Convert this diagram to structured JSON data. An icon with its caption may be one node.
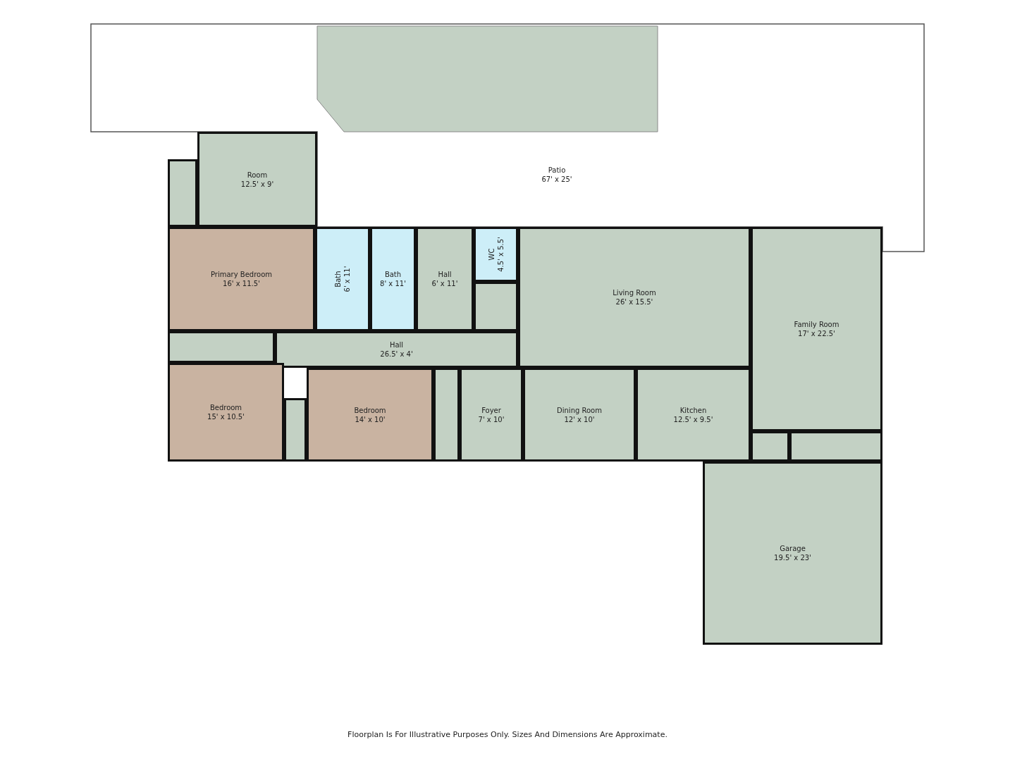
{
  "diagram": {
    "caption": "Floorplan Is For Illustrative Purposes Only. Sizes And Dimensions Are Approximate.",
    "nodes": [
      {
        "text": [
          "Patio",
          "67' x 25'"
        ]
      },
      {
        "text": [],
        "shape": "box"
      },
      {
        "text": [
          "Room",
          "12.5' x 9'"
        ]
      },
      {
        "text": [
          "Primary Bedroom",
          "16' x 11.5'"
        ]
      },
      {
        "text": [
          "Bath",
          "6' x 11'"
        ]
      },
      {
        "text": [
          "Bath",
          "8' x 11'"
        ]
      },
      {
        "text": [
          "Hall",
          "6' x 11'"
        ]
      },
      {
        "text": [
          "WC",
          "4.5' x 5.5'"
        ]
      },
      {
        "text": [],
        "shape": "box"
      },
      {
        "text": [
          "Living Room",
          "26' x 15.5'"
        ]
      },
      {
        "text": [
          "Family Room",
          "17' x 22.5'"
        ]
      },
      {
        "text": [],
        "shape": "box"
      },
      {
        "text": [
          "Hall",
          "26.5' x 4'"
        ]
      },
      {
        "text": [
          "Bedroom",
          "15' x 10.5'"
        ]
      },
      {
        "text": [],
        "shape": "box"
      },
      {
        "text": [
          "Bedroom",
          "14' x 10'"
        ]
      },
      {
        "text": [],
        "shape": "box"
      },
      {
        "text": [
          "Foyer",
          "7' x 10'"
        ]
      },
      {
        "text": [
          "Dining Room",
          "12' x 10'"
        ]
      },
      {
        "text": [
          "Kitchen",
          "12.5' x 9.5'"
        ]
      },
      {
        "text": [],
        "shape": "box"
      },
      {
        "text": [],
        "shape": "box"
      },
      {
        "text": [
          "Garage",
          "19.5' x 23'"
        ]
      }
    ]
  }
}
